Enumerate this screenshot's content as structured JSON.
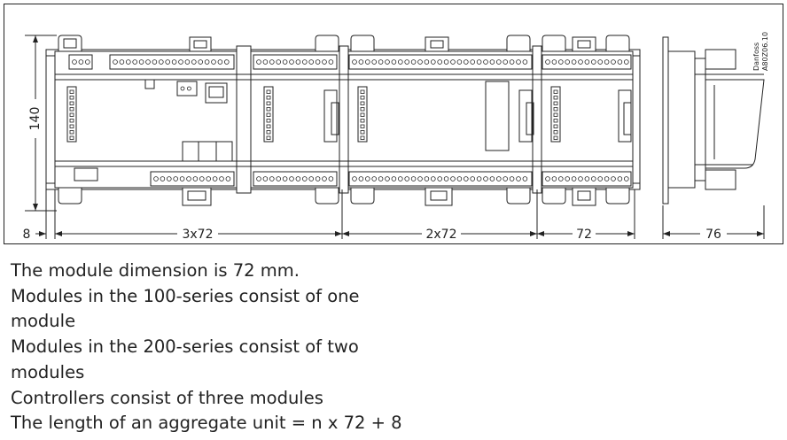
{
  "drawing": {
    "code_line1": "Danfoss",
    "code_line2": "A80Z06.10",
    "dimensions": {
      "height": "140",
      "left_offset": "8",
      "span_controller": "3x72",
      "span_double": "2x72",
      "span_single": "72",
      "depth": "76"
    }
  },
  "notes": [
    "The module dimension is 72 mm.",
    "Modules in the 100-series consist of one",
    "module",
    "Modules in the 200-series consist of two",
    "modules",
    "Controllers consist of three modules",
    "The length of an aggregate unit = n x 72 + 8"
  ]
}
